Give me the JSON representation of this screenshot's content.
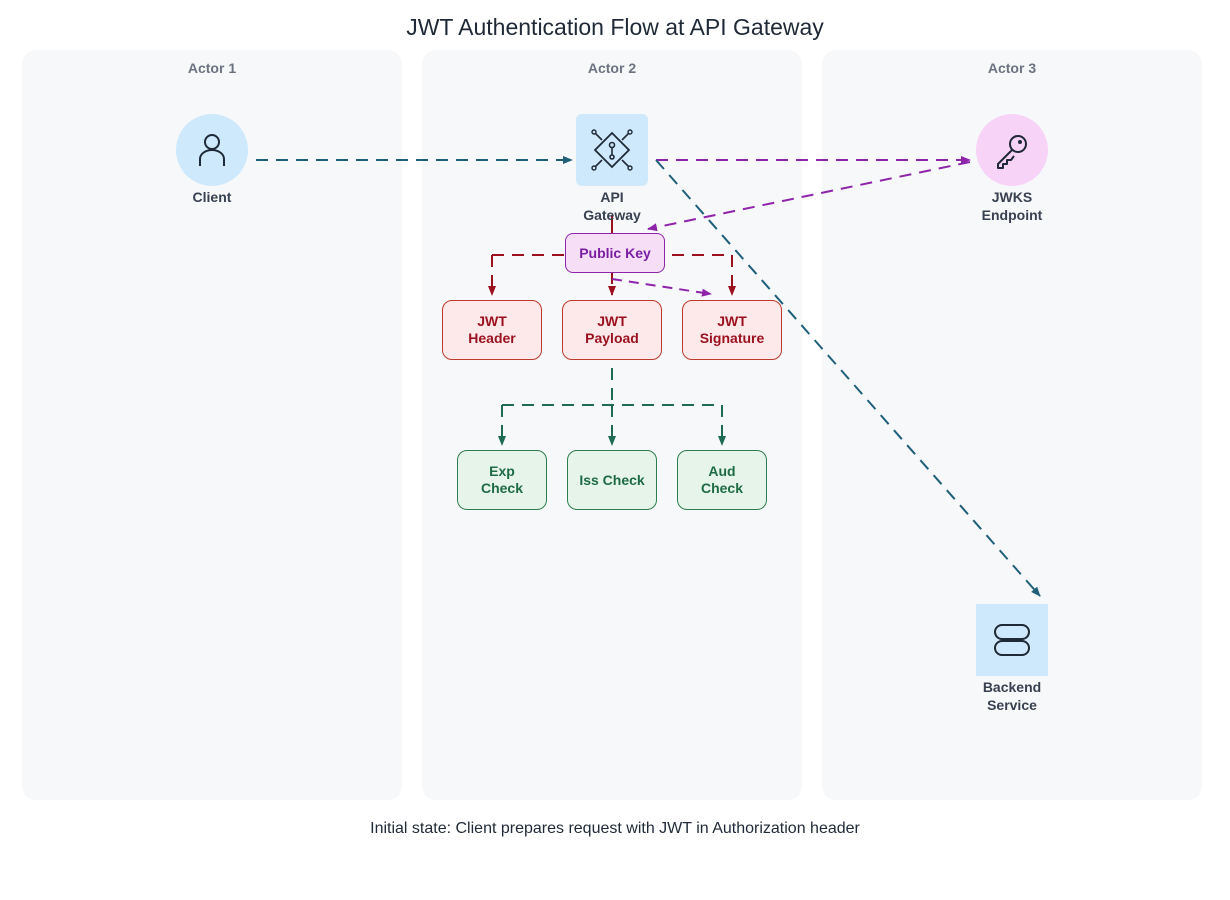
{
  "title": "JWT Authentication Flow at API Gateway",
  "lanes": [
    {
      "label": "Actor 1"
    },
    {
      "label": "Actor 2"
    },
    {
      "label": "Actor 3"
    }
  ],
  "nodes": {
    "client": {
      "label": "Client",
      "icon": "user-icon"
    },
    "gateway": {
      "label": "API\nGateway",
      "icon": "gateway-icon"
    },
    "jwks": {
      "label": "JWKS\nEndpoint",
      "icon": "key-icon"
    },
    "backend": {
      "label": "Backend\nService",
      "icon": "server-icon"
    }
  },
  "boxes": {
    "public_key": "Public Key",
    "jwt_header": "JWT\nHeader",
    "jwt_payload": "JWT\nPayload",
    "jwt_signature": "JWT\nSignature",
    "exp_check": "Exp\nCheck",
    "iss_check": "Iss Check",
    "aud_check": "Aud\nCheck"
  },
  "caption": "Initial state: Client prepares request with JWT in Authorization header",
  "colors": {
    "teal_edge": "#1f5f7a",
    "purple_edge": "#8e24aa",
    "red_edge": "#9b111e",
    "green_edge": "#1e6b52",
    "client_bg": "#cde9fb",
    "gateway_bg": "#cde9fb",
    "jwks_bg": "#f7d4f7",
    "backend_bg": "#cde9fb"
  }
}
